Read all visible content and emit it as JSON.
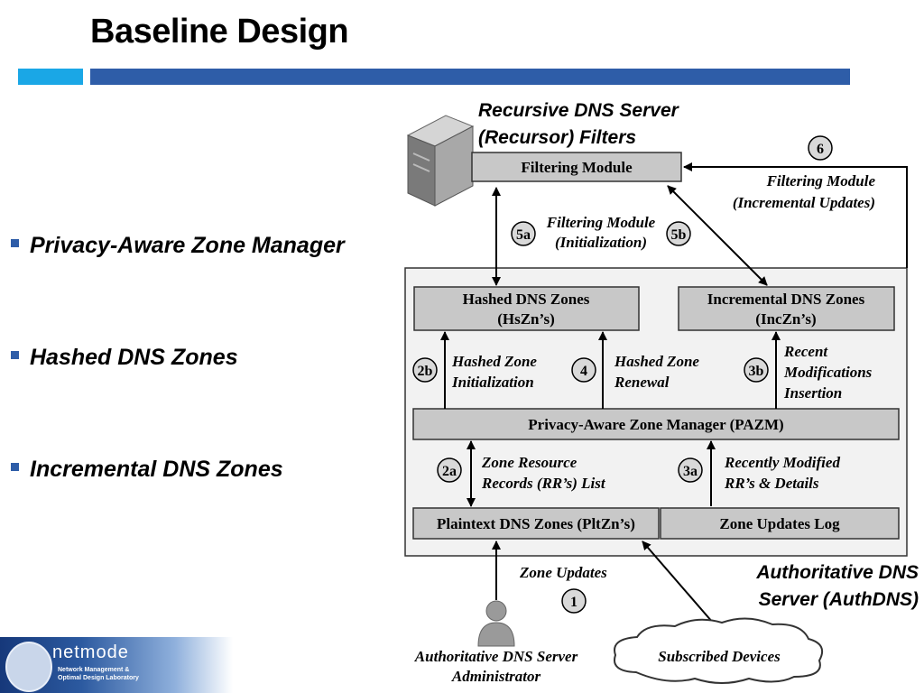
{
  "slide": {
    "title": "Baseline Design",
    "bullets": [
      "Privacy-Aware Zone Manager",
      "Hashed DNS Zones",
      "Incremental DNS Zones"
    ]
  },
  "logo": {
    "name": "netmode",
    "subtitle_line1": "Network Management &",
    "subtitle_line2": "Optimal Design Laboratory"
  },
  "diagram": {
    "recursor_title_line1": "Recursive DNS Server",
    "recursor_title_line2": "(Recursor) Filters",
    "filtering_module": "Filtering Module",
    "hashed_zones_line1": "Hashed DNS Zones",
    "hashed_zones_line2": "(HsZn’s)",
    "incremental_zones_line1": "Incremental DNS Zones",
    "incremental_zones_line2": "(IncZn’s)",
    "pazm": "Privacy-Aware Zone Manager (PAZM)",
    "plaintext_zones": "Plaintext DNS Zones (PltZn’s)",
    "zone_updates_log": "Zone Updates Log",
    "authdns_line1": "Authoritative DNS",
    "authdns_line2": "Server (AuthDNS)",
    "admin_line1": "Authoritative DNS Server",
    "admin_line2": "Administrator",
    "subscribed_devices": "Subscribed Devices",
    "steps": {
      "s1": {
        "num": "1",
        "label": "Zone Updates"
      },
      "s2a": {
        "num": "2a",
        "label_line1": "Zone Resource",
        "label_line2": "Records (RR’s) List"
      },
      "s2b": {
        "num": "2b",
        "label_line1": "Hashed Zone",
        "label_line2": "Initialization"
      },
      "s3a": {
        "num": "3a",
        "label_line1": "Recently Modified",
        "label_line2": "RR’s & Details"
      },
      "s3b": {
        "num": "3b",
        "label_line1": "Recent",
        "label_line2": "Modifications",
        "label_line3": "Insertion"
      },
      "s4": {
        "num": "4",
        "label_line1": "Hashed Zone",
        "label_line2": "Renewal"
      },
      "s5a": {
        "num": "5a"
      },
      "s5b": {
        "num": "5b"
      },
      "s5_label_line1": "Filtering Module",
      "s5_label_line2": "(Initialization)",
      "s6": {
        "num": "6",
        "label_line1": "Filtering Module",
        "label_line2": "(Incremental Updates)"
      }
    }
  }
}
